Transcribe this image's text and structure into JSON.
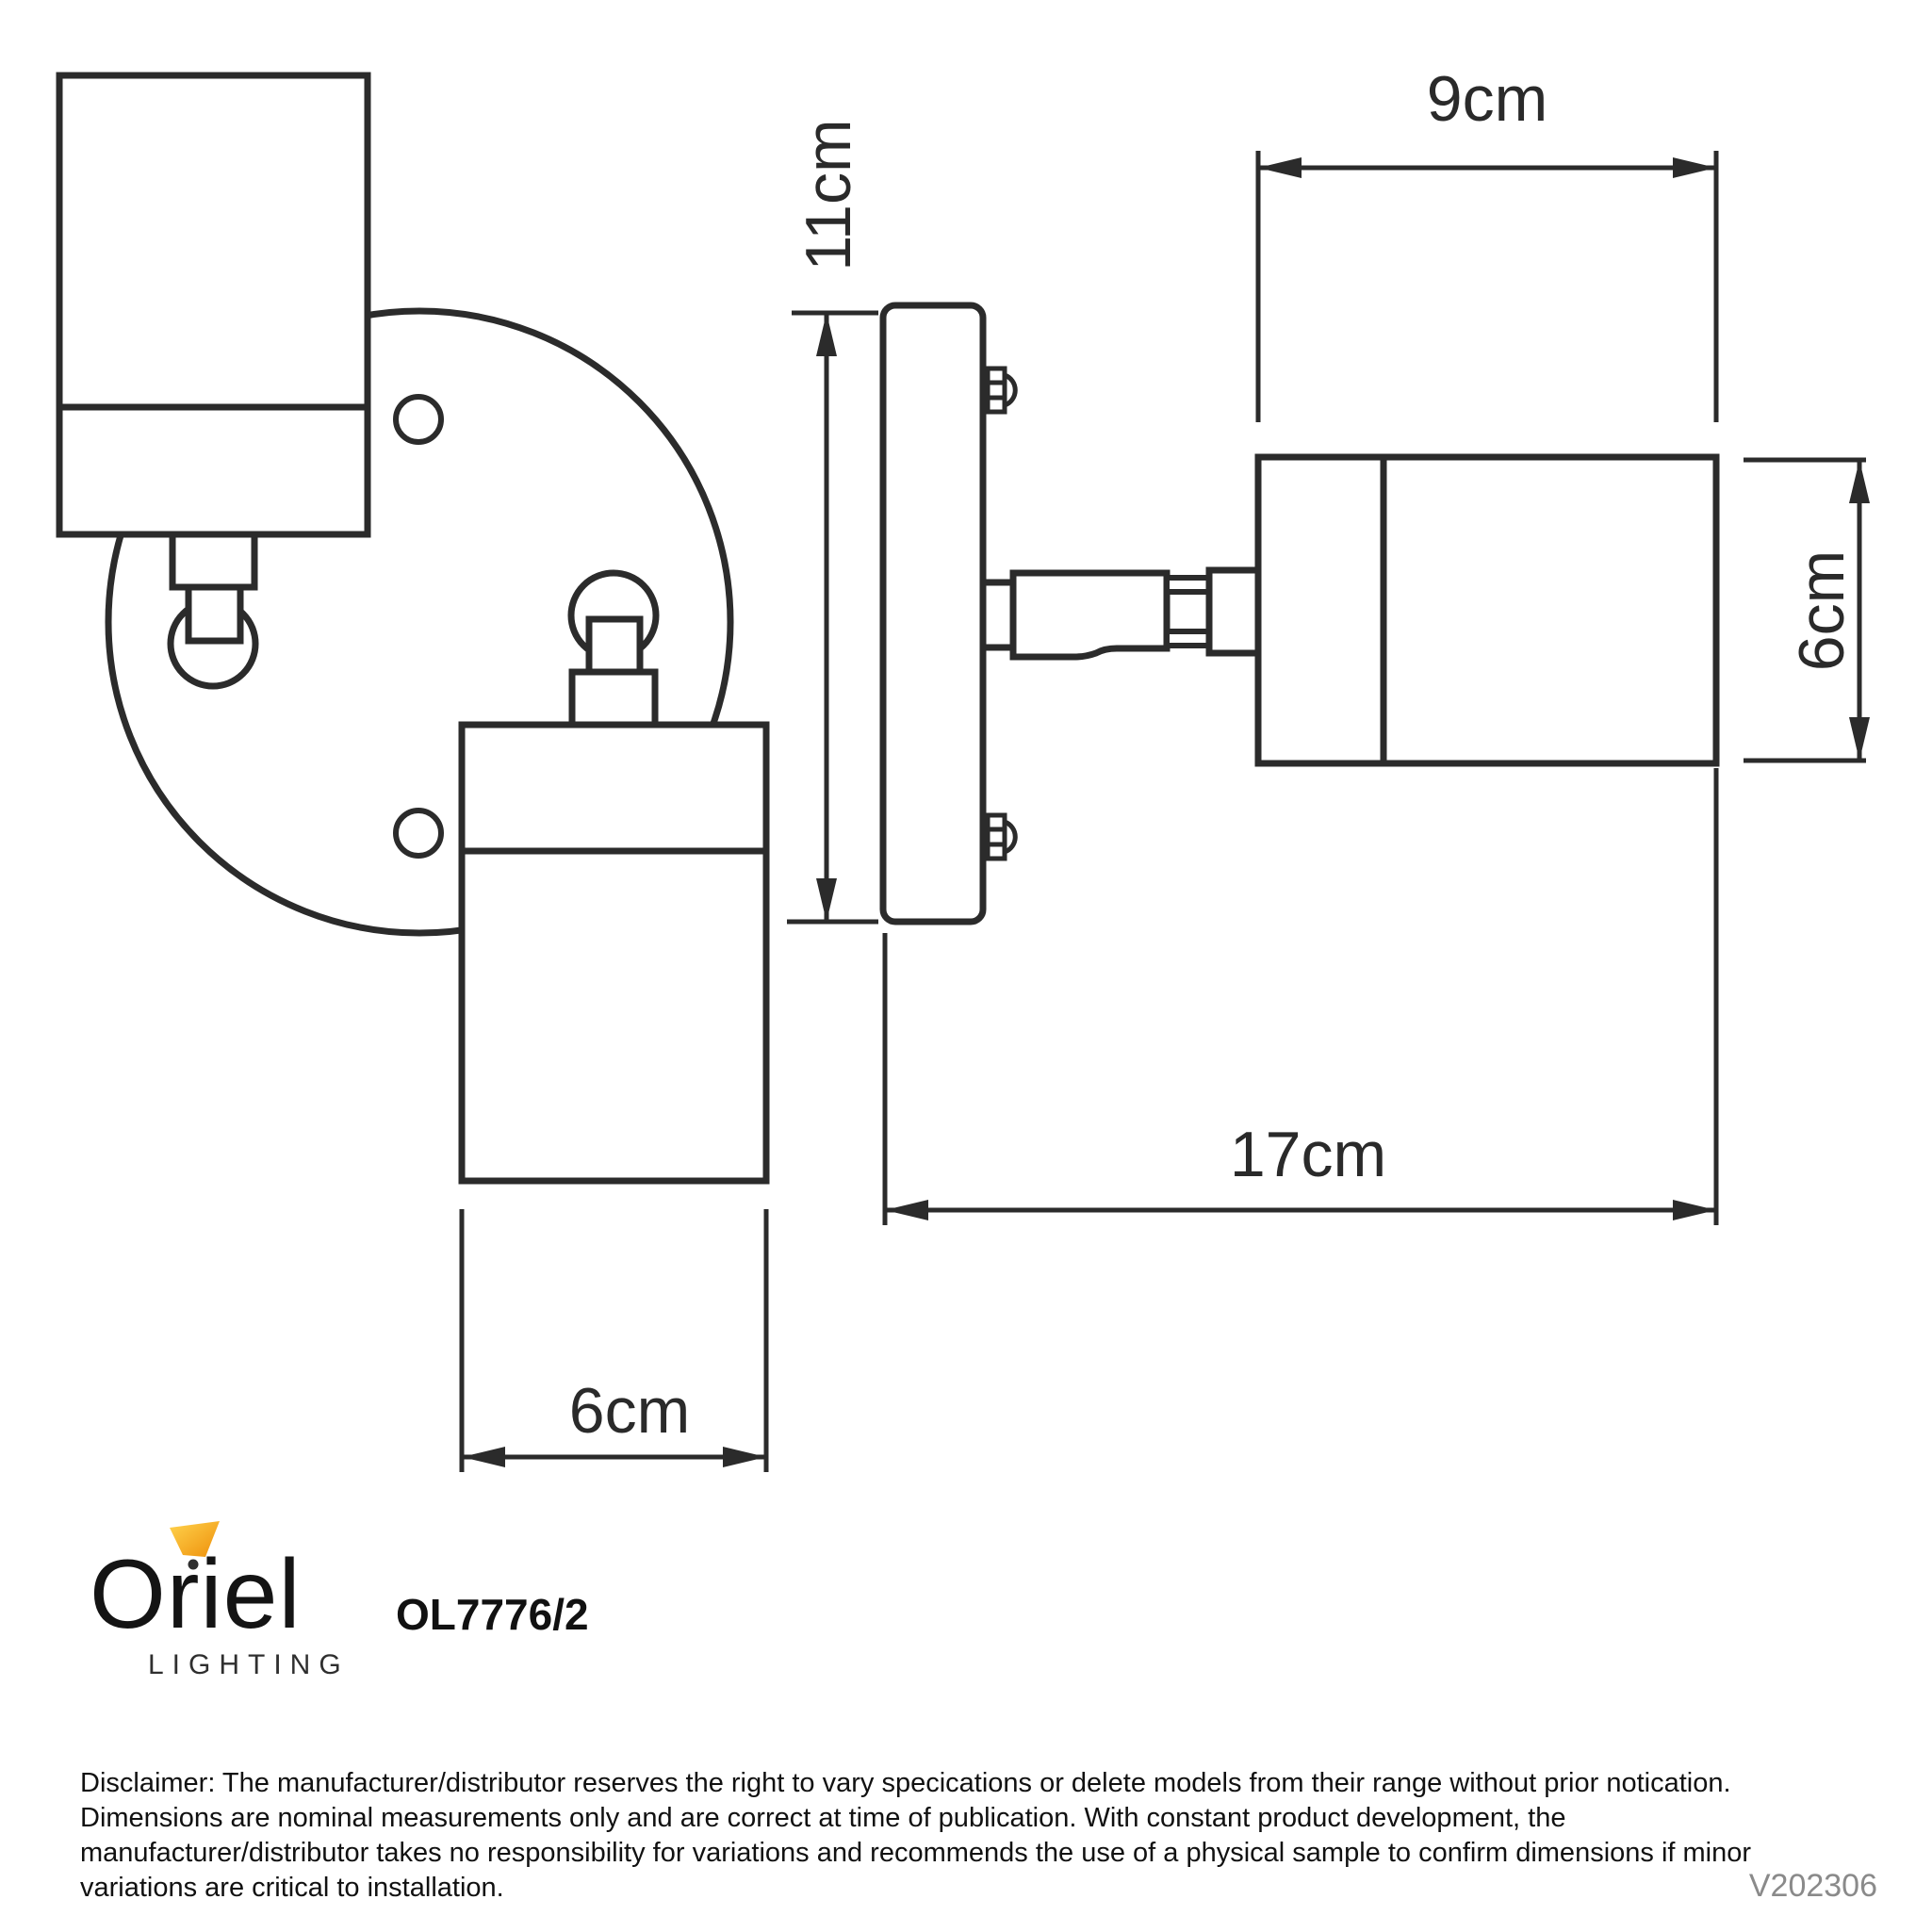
{
  "drawing": {
    "dim_head_length": "9cm",
    "dim_plate_height": "11cm",
    "dim_head_diameter": "6cm",
    "dim_projection": "17cm",
    "dim_body_width": "6cm"
  },
  "branding": {
    "brand": "Oriel",
    "brand_sub": "LIGHTING",
    "model": "OL7776/2"
  },
  "footer": {
    "disclaimer_lines": [
      "Disclaimer: The manufacturer/distributor reserves the right to vary specications or delete models from their range without prior notication.",
      "Dimensions are nominal measurements only and are correct at time of publication. With constant product development, the",
      "manufacturer/distributor takes no responsibility for variations and recommends the use of a physical sample to confirm dimensions if minor",
      "variations are critical to installation."
    ],
    "version": "V202306"
  },
  "colors": {
    "line": "#2b2b2b",
    "dim_text": "#2a2a2a",
    "text": "#111111",
    "muted": "#8a8a8a",
    "orange_light": "#FFD34D",
    "orange_dark": "#EE8F0A"
  }
}
